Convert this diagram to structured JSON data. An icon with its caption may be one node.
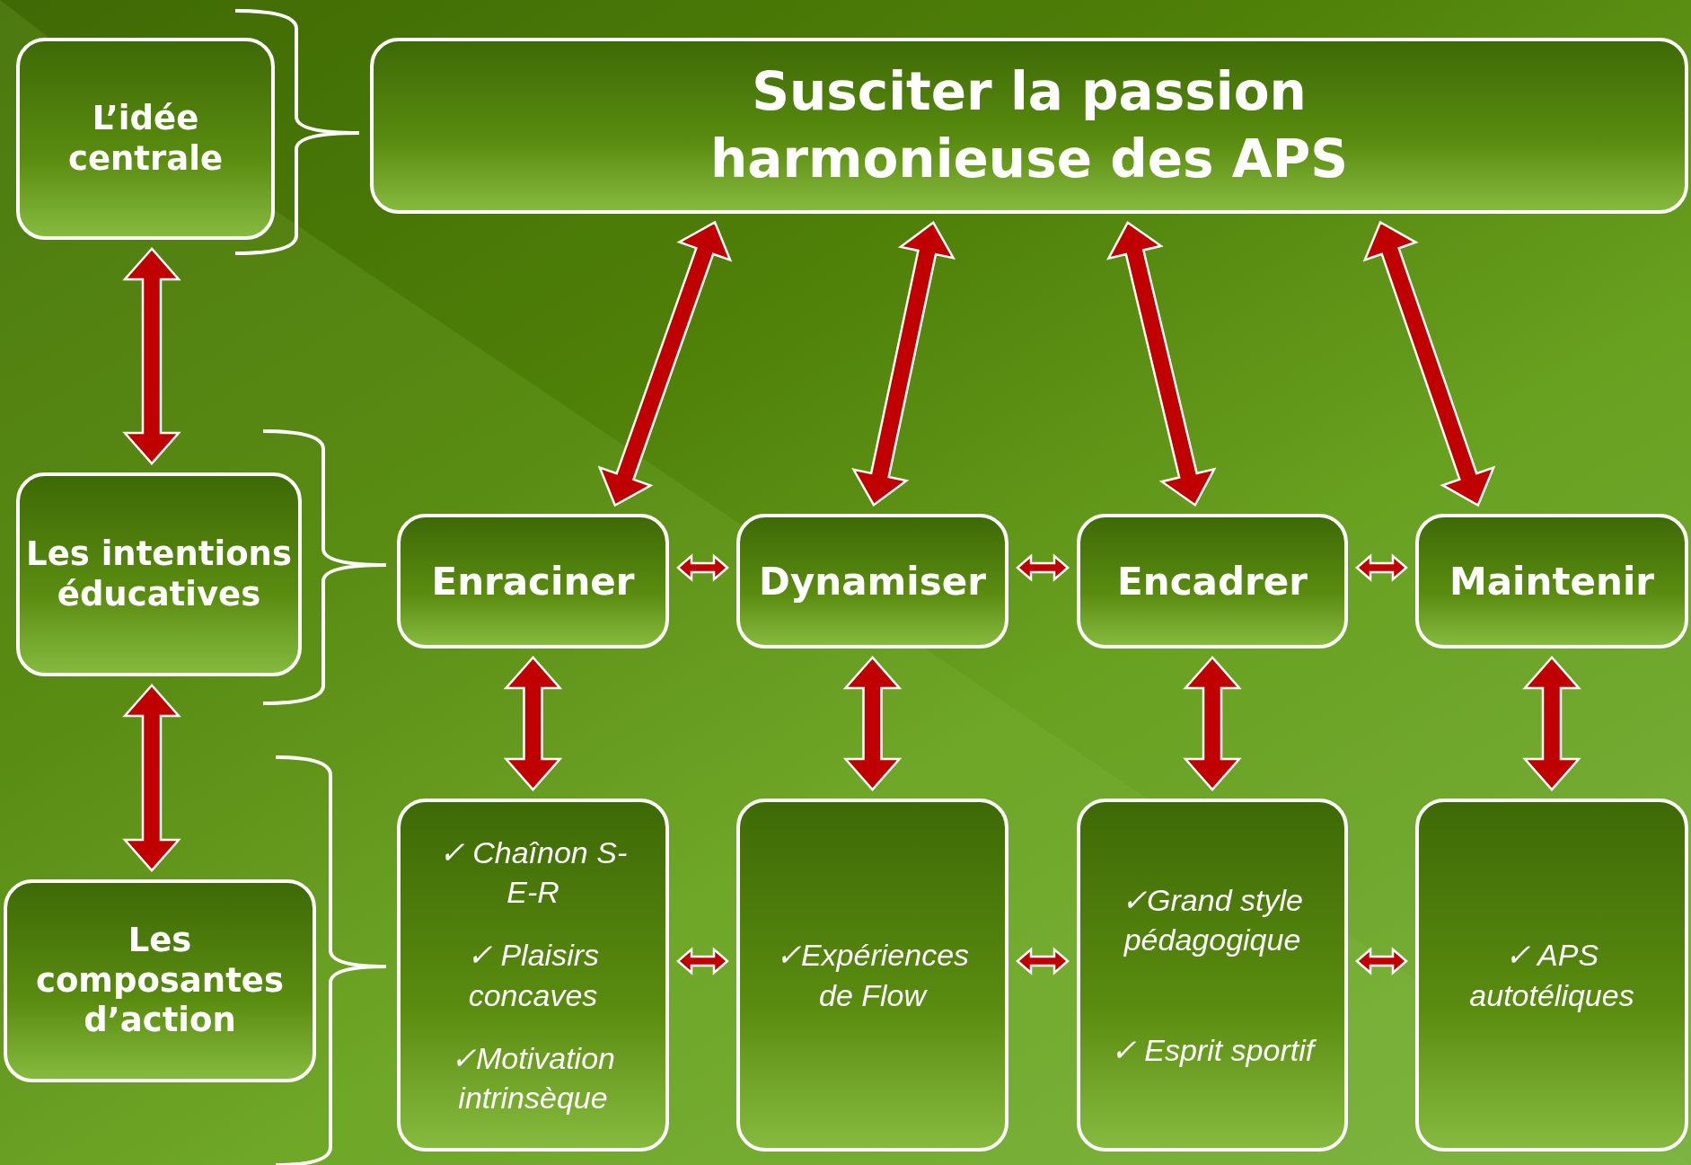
{
  "diagram": {
    "nodes": [
      {
        "text": [
          "L’idée centrale"
        ]
      },
      {
        "text": [
          "Susciter la passion harmonieuse des APS"
        ]
      },
      {
        "text": [
          "Les intentions éducatives"
        ]
      },
      {
        "text": [
          "Enraciner"
        ]
      },
      {
        "text": [
          "Dynamiser"
        ]
      },
      {
        "text": [
          "Encadrer"
        ]
      },
      {
        "text": [
          "Maintenir"
        ]
      },
      {
        "text": [
          "Les composantes d’action"
        ]
      },
      {
        "text": [
          "✓ Chaînon S-E-R",
          "✓ Plaisirs concaves",
          "✓Motivation intrinsèque"
        ]
      },
      {
        "text": [
          "✓Expériences de Flow"
        ]
      },
      {
        "text": [
          "✓Grand style pédagogique",
          "✓ Esprit sportif"
        ]
      },
      {
        "text": [
          "✓ APS autotéliques"
        ]
      }
    ],
    "edges": [
      {
        "from": 0,
        "to": 2,
        "arrow": "both"
      },
      {
        "from": 2,
        "to": 7,
        "arrow": "both"
      },
      {
        "from": 1,
        "to": 3,
        "arrow": "both"
      },
      {
        "from": 1,
        "to": 4,
        "arrow": "both"
      },
      {
        "from": 1,
        "to": 5,
        "arrow": "both"
      },
      {
        "from": 1,
        "to": 6,
        "arrow": "both"
      },
      {
        "from": 3,
        "to": 4,
        "arrow": "both"
      },
      {
        "from": 4,
        "to": 5,
        "arrow": "both"
      },
      {
        "from": 5,
        "to": 6,
        "arrow": "both"
      },
      {
        "from": 3,
        "to": 8,
        "arrow": "both"
      },
      {
        "from": 4,
        "to": 9,
        "arrow": "both"
      },
      {
        "from": 5,
        "to": 10,
        "arrow": "both"
      },
      {
        "from": 6,
        "to": 11,
        "arrow": "both"
      },
      {
        "from": 8,
        "to": 9,
        "arrow": "both"
      },
      {
        "from": 9,
        "to": 10,
        "arrow": "both"
      },
      {
        "from": 10,
        "to": 11,
        "arrow": "both"
      }
    ]
  }
}
